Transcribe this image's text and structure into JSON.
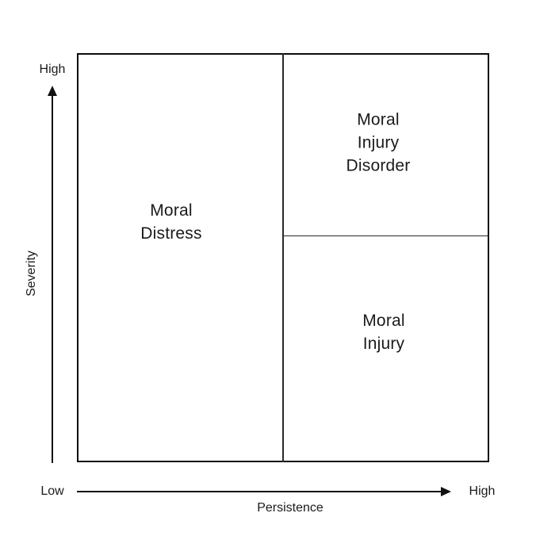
{
  "diagram": {
    "quadrants": {
      "moral_distress": "Moral\nDistress",
      "moral_injury_disorder": "Moral\nInjury\nDisorder",
      "moral_injury": "Moral\nInjury"
    },
    "y_axis": {
      "name": "Severity",
      "high_label": "High"
    },
    "x_axis": {
      "name": "Persistence",
      "high_label": "High"
    },
    "origin_label": "Low",
    "colors": {
      "line": "#111111",
      "border": "#0d0d0d",
      "text": "#1b1b1b",
      "background": "#ffffff"
    }
  }
}
